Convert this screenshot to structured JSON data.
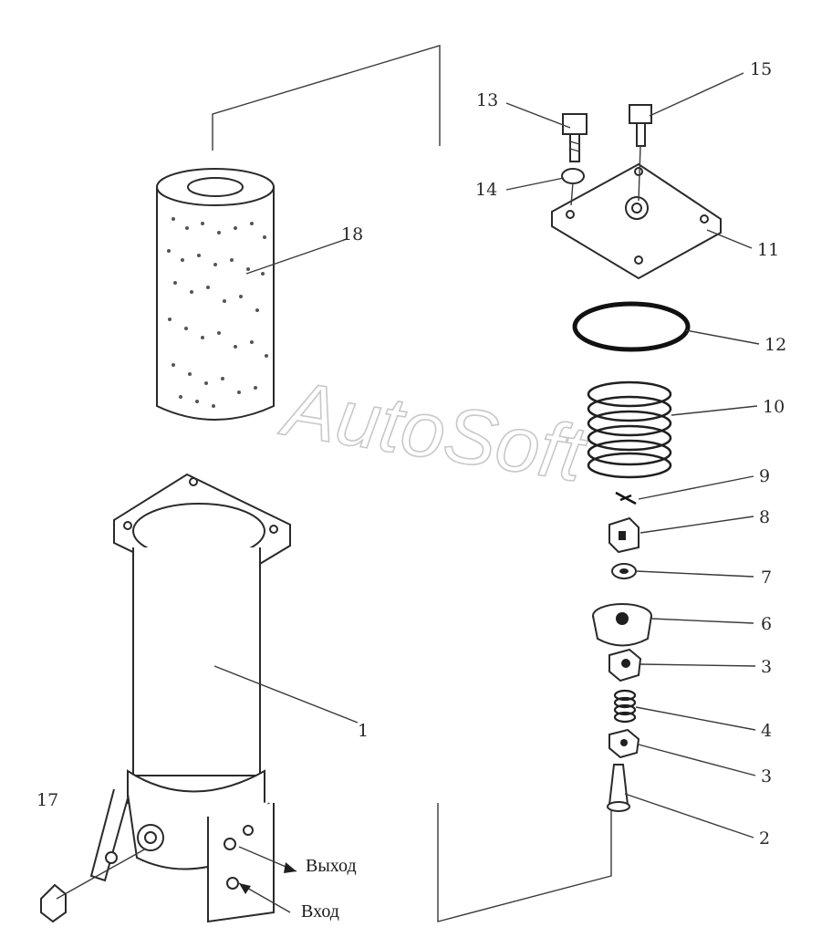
{
  "diagram": {
    "part_numbers": [
      "13",
      "15",
      "14",
      "11",
      "12",
      "10",
      "9",
      "8",
      "7",
      "6",
      "3",
      "4",
      "3",
      "2",
      "18",
      "1",
      "17"
    ],
    "port_labels": {
      "outlet": "Выход",
      "inlet": "Вход"
    },
    "watermark": "AutoSoft"
  }
}
